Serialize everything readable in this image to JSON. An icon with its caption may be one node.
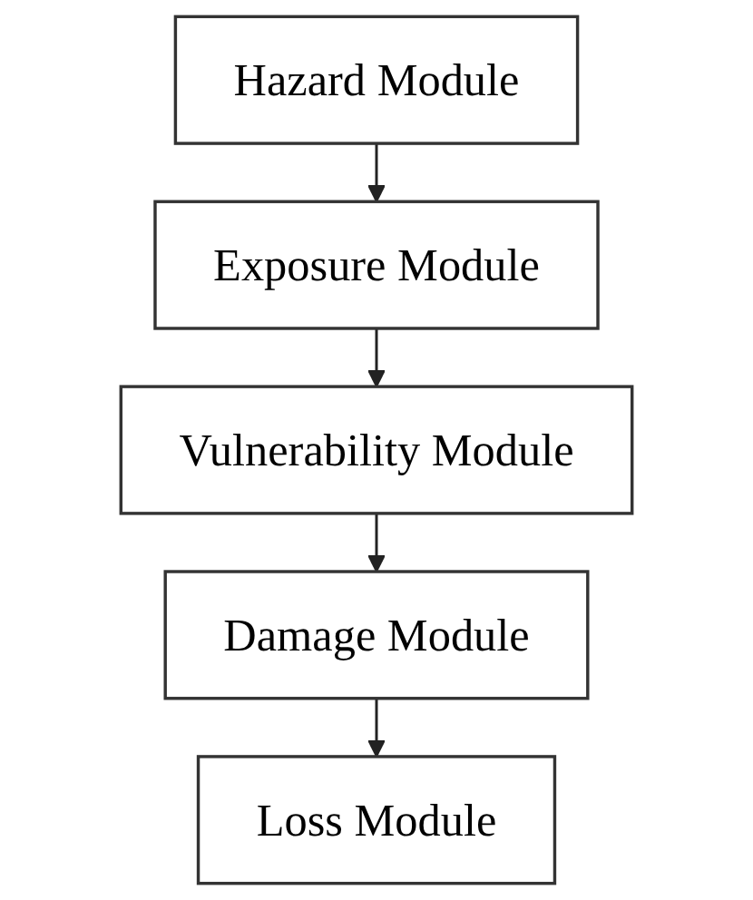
{
  "diagram": {
    "nodes": [
      {
        "text": [
          "Hazard Module"
        ]
      },
      {
        "text": [
          "Exposure Module"
        ]
      },
      {
        "text": [
          "Vulnerability Module"
        ]
      },
      {
        "text": [
          "Damage Module"
        ]
      },
      {
        "text": [
          "Loss Module"
        ]
      }
    ],
    "edges": [
      {
        "from": 0,
        "to": 1,
        "arrow": "to"
      },
      {
        "from": 1,
        "to": 2,
        "arrow": "to"
      },
      {
        "from": 2,
        "to": 3,
        "arrow": "to"
      },
      {
        "from": 3,
        "to": 4,
        "arrow": "to"
      }
    ]
  }
}
